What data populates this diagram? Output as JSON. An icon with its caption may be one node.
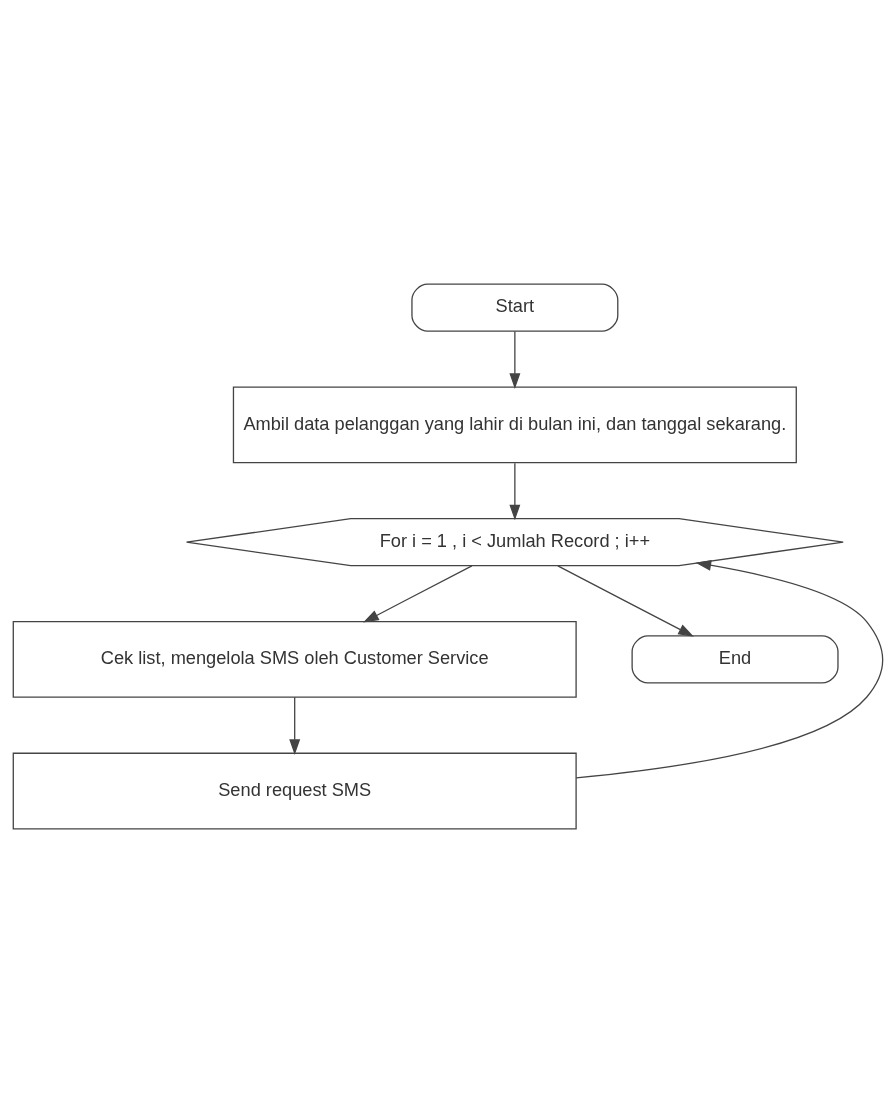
{
  "diagram": {
    "nodes": [
      {
        "text": [
          "Start"
        ]
      },
      {
        "text": [
          "Ambil data pelanggan yang lahir di bulan ini, dan tanggal sekarang."
        ]
      },
      {
        "text": [
          "For i = 1 , i < Jumlah Record ; i++"
        ]
      },
      {
        "text": [
          "Cek list, mengelola SMS oleh Customer Service"
        ]
      },
      {
        "text": [
          "Send request SMS"
        ]
      },
      {
        "text": [
          "End"
        ]
      }
    ],
    "edges": [
      {
        "from": 0,
        "to": 1,
        "arrow": "to"
      },
      {
        "from": 1,
        "to": 2,
        "arrow": "to"
      },
      {
        "from": 2,
        "to": 3,
        "arrow": "to"
      },
      {
        "from": 3,
        "to": 4,
        "arrow": "to"
      },
      {
        "from": 4,
        "to": 2,
        "arrow": "to"
      },
      {
        "from": 2,
        "to": 5,
        "arrow": "to"
      }
    ]
  }
}
